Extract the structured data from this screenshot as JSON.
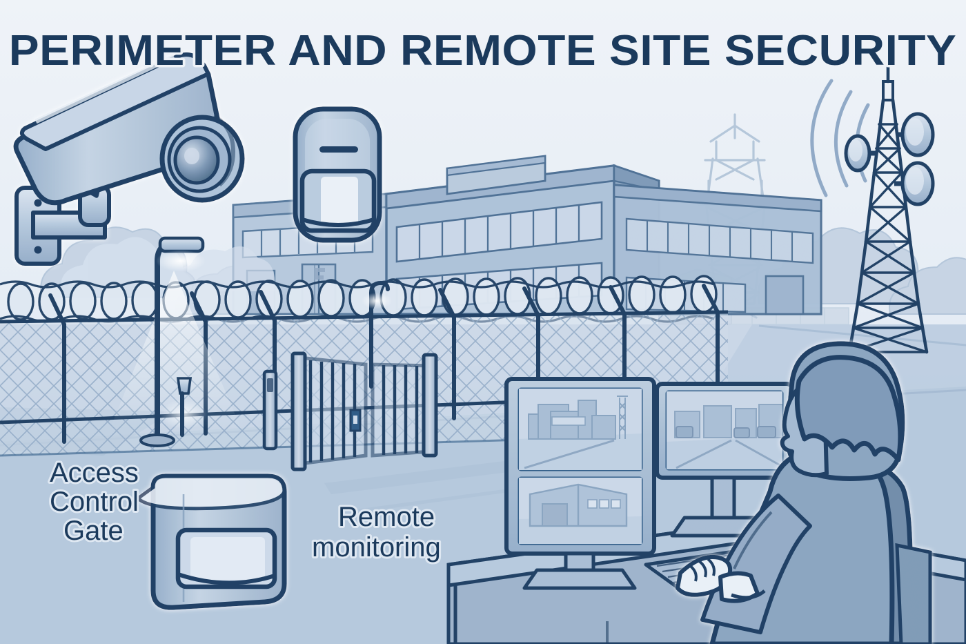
{
  "illustration": {
    "title": "PERIMETER AND REMOTE SITE SECURITY",
    "style": "flat vector line illustration, monochrome blue palette",
    "labels": [
      {
        "id": "access-control-gate",
        "lines": [
          "Access",
          "Control",
          "Gate"
        ],
        "text": "Access Control Gate"
      },
      {
        "id": "remote-monitoring",
        "lines": [
          "Remote",
          "monitoring"
        ],
        "text": "Remote monitoring"
      }
    ],
    "colors": {
      "sky": "#eef2f7",
      "ground": "#b8cadd",
      "ground_far": "#ccd9e8",
      "ink": "#1d3e63",
      "ink_soft": "#2d5a86",
      "fill_light": "#cfdcea",
      "fill_mid": "#a8bed6",
      "fill_dark": "#7e9cba",
      "ghost": "#c3d2e3",
      "title": "#1b3a5c",
      "highlight": "#f2f6fa"
    },
    "scene_elements": [
      {
        "name": "cctv-camera",
        "desc": "wall-mounted bullet security camera, top left"
      },
      {
        "name": "pir-motion-detector-wall",
        "desc": "rectangular passive infrared motion detector, upper middle"
      },
      {
        "name": "pir-motion-detector-ground",
        "desc": "large cylindrical motion sensor, lower left"
      },
      {
        "name": "industrial-building",
        "desc": "two-storey facility with window bands, centre background"
      },
      {
        "name": "chain-link-fence",
        "desc": "perimeter fence with diamond mesh and razor-wire coils"
      },
      {
        "name": "razor-wire",
        "desc": "coiled concertina wire along the fence top"
      },
      {
        "name": "access-gate",
        "desc": "double swing barred gate at the centre"
      },
      {
        "name": "card-reader-pedestal",
        "desc": "access control reader post beside the gate"
      },
      {
        "name": "street-light",
        "desc": "cobra-head lamp post with light cone"
      },
      {
        "name": "bollard-light",
        "desc": "small ground-level path light"
      },
      {
        "name": "power-pylon",
        "desc": "faded electricity transmission tower, background right"
      },
      {
        "name": "comms-tower",
        "desc": "lattice communications mast with three dish antennas"
      },
      {
        "name": "signal-waves",
        "desc": "radio propagation arcs beside the comms tower"
      },
      {
        "name": "trees",
        "desc": "stylised tree canopies on the horizon"
      },
      {
        "name": "operator",
        "desc": "seated woman viewed from behind monitoring the feeds"
      },
      {
        "name": "office-chair",
        "desc": "high-back swivel chair"
      },
      {
        "name": "desk",
        "desc": "control room desk in perspective"
      },
      {
        "name": "keyboard",
        "desc": "keyboard on the desk under the operator's hands"
      }
    ],
    "monitors": [
      {
        "name": "monitor-left",
        "feeds": [
          {
            "name": "feed-plant",
            "desc": "industrial plant with mast, wide yard view"
          },
          {
            "name": "feed-warehouse",
            "desc": "warehouse building with roller door and window band"
          }
        ]
      },
      {
        "name": "monitor-right",
        "feeds": [
          {
            "name": "feed-yard",
            "desc": "perimeter road with parked vehicles and storage units"
          }
        ]
      }
    ]
  }
}
